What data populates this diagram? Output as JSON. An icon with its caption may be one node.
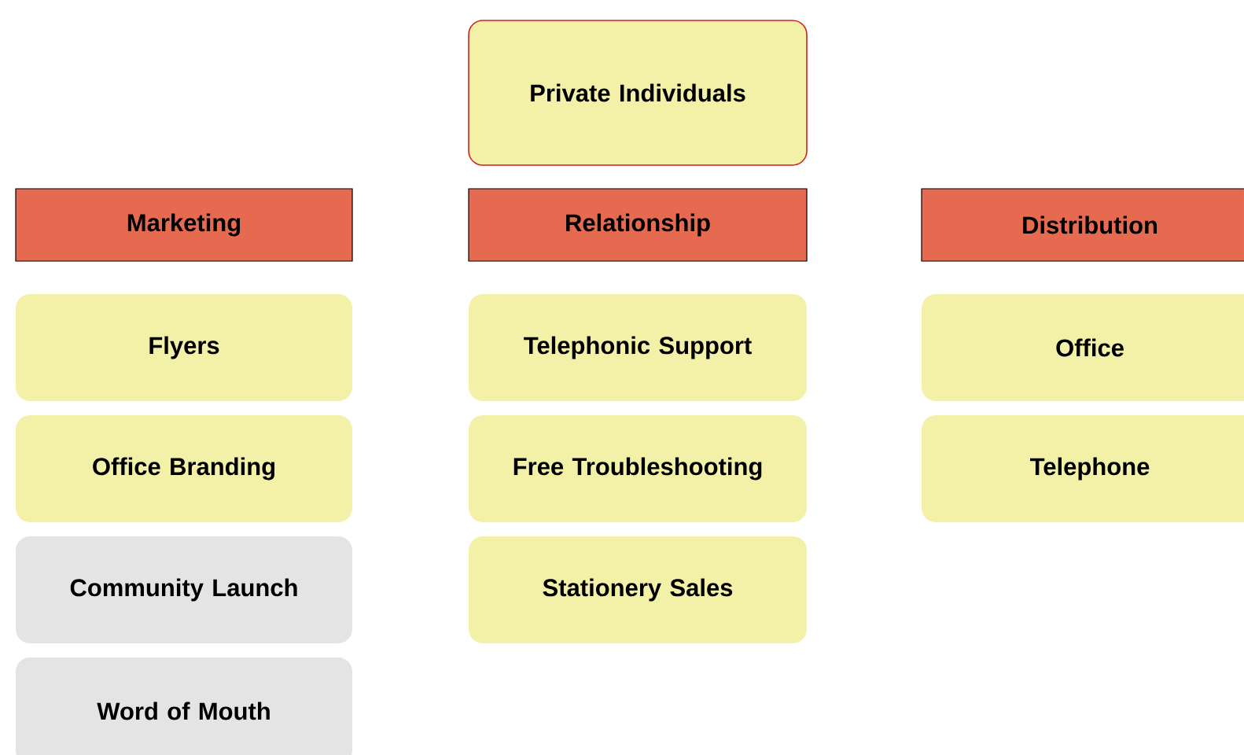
{
  "diagram": {
    "nodes": [
      {
        "text": [
          "Private Individuals"
        ]
      },
      {
        "text": [
          "Marketing"
        ]
      },
      {
        "text": [
          "Relationship"
        ]
      },
      {
        "text": [
          "Distribution"
        ]
      },
      {
        "text": [
          "Flyers"
        ]
      },
      {
        "text": [
          "Office Branding"
        ]
      },
      {
        "text": [
          "Community Launch"
        ]
      },
      {
        "text": [
          "Word of Mouth"
        ]
      },
      {
        "text": [
          "Telephonic Support"
        ]
      },
      {
        "text": [
          "Free Troubleshooting"
        ]
      },
      {
        "text": [
          "Stationery Sales"
        ]
      },
      {
        "text": [
          "Office"
        ]
      },
      {
        "text": [
          "Telephone"
        ]
      }
    ]
  }
}
